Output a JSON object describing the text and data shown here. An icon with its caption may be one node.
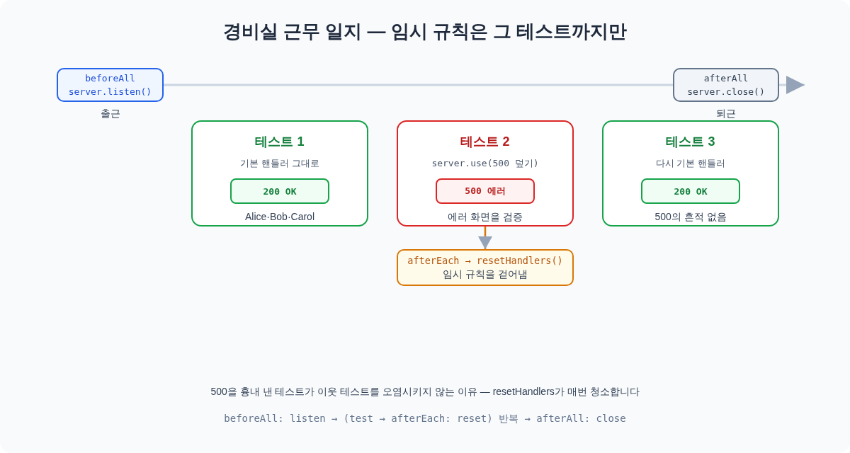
{
  "diagram": {
    "title": "경비실 근무 일지 — 임시 규칙은 그 테스트까지만",
    "nodes": [
      {
        "text": [
          "beforeAll",
          "server.listen()"
        ],
        "beside": [
          "출근"
        ]
      },
      {
        "text": [
          "afterAll",
          "server.close()"
        ],
        "beside": [
          "퇴근"
        ]
      },
      {
        "text": [
          "테스트 1",
          "기본 핸들러 그대로",
          "Alice·Bob·Carol"
        ]
      },
      {
        "text": [
          "200 OK"
        ],
        "in": 2
      },
      {
        "text": [
          "테스트 2",
          "server.use(500 덮기)",
          "에러 화면을 검증"
        ]
      },
      {
        "text": [
          "500 에러"
        ],
        "in": 4
      },
      {
        "text": [
          "테스트 3",
          "다시 기본 핸들러",
          "500의 흔적 없음"
        ]
      },
      {
        "text": [
          "200 OK"
        ],
        "in": 6
      },
      {
        "text": [
          "afterEach → resetHandlers()",
          "임시 규칙을 걷어냄"
        ]
      }
    ],
    "edges": [
      {
        "from": 0,
        "to": 1,
        "arrow": "none"
      },
      {
        "from": 1,
        "to": null,
        "arrow": "to"
      },
      {
        "from": 4,
        "to": 8,
        "arrow": "to",
        "color": "#d97706"
      }
    ],
    "labels": [
      "beforeAll: listen → (test → afterEach: reset) 반복 → afterAll: close"
    ],
    "caption": "500을 흉내 낸 테스트가 이웃 테스트를 오염시키지 않는 이유 — resetHandlers가 매번 청소합니다"
  }
}
